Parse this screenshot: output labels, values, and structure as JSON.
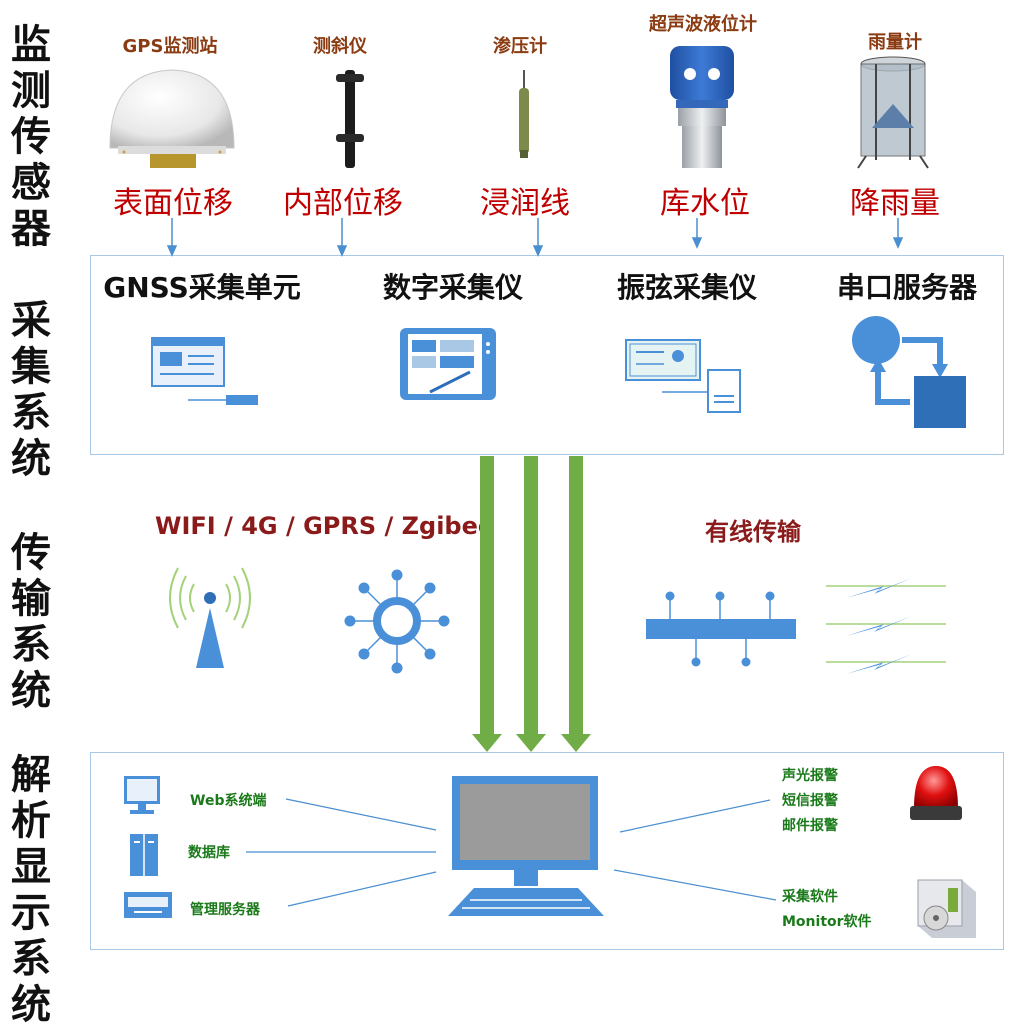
{
  "sections": {
    "monitor": "监测传感器",
    "acquire": "采集系统",
    "transmit": "传输系统",
    "display": "解析显示系统"
  },
  "sensors": [
    {
      "name": "GPS监测站",
      "measure": "表面位移",
      "icon": "gps-dome-icon"
    },
    {
      "name": "测斜仪",
      "measure": "内部位移",
      "icon": "inclinometer-icon"
    },
    {
      "name": "渗压计",
      "measure": "浸润线",
      "icon": "piezometer-icon"
    },
    {
      "name": "超声波液位计",
      "measure": "库水位",
      "icon": "ultrasonic-level-icon"
    },
    {
      "name": "雨量计",
      "measure": "降雨量",
      "icon": "rain-gauge-icon"
    }
  ],
  "acquisition_units": [
    {
      "label": "GNSS采集单元",
      "icon": "gnss-unit-icon"
    },
    {
      "label": "数字采集仪",
      "icon": "tablet-icon"
    },
    {
      "label": "振弦采集仪",
      "icon": "certificate-server-icon"
    },
    {
      "label": "串口服务器",
      "icon": "serial-server-icon"
    }
  ],
  "transmission": {
    "wireless_label": "WIFI  / 4G / GPRS / Zgibee",
    "wired_label": "有线传输"
  },
  "display": {
    "left_items": [
      {
        "label": "Web系统端",
        "icon": "monitor-icon"
      },
      {
        "label": "数据库",
        "icon": "database-icon"
      },
      {
        "label": "管理服务器",
        "icon": "server-icon"
      }
    ],
    "alarms": [
      "声光报警",
      "短信报警",
      "邮件报警"
    ],
    "software": [
      "采集软件",
      "Monitor软件"
    ]
  },
  "colors": {
    "box_border": "#a9c8e6",
    "icon_blue": "#4a90d9",
    "arrow_green": "#70ad47",
    "measure_red": "#c00000",
    "label_green": "#1a7a1a"
  }
}
